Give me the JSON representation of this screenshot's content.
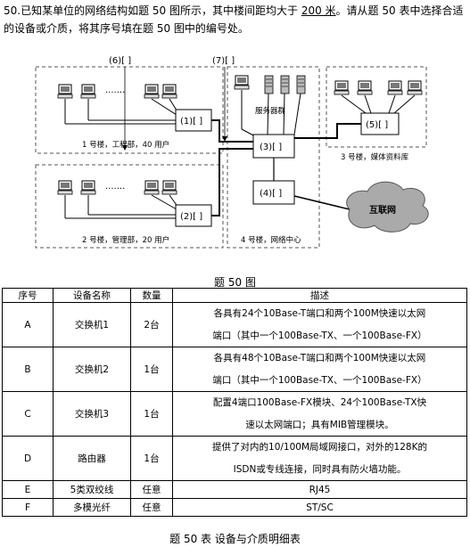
{
  "intro": {
    "part1": "50.已知某单位的网络结构如题 50 图所示，其中楼间距均大于 ",
    "distance": "200 米",
    "part2": "。请从题 50 表中选择合适的设备或介质，将其序号填在题 50 图中的编号处。"
  },
  "diagram": {
    "label6": "(6)[ ]",
    "label7": "(7)[ ]",
    "box1": "(1)[ ]",
    "box2": "(2)[ ]",
    "box3": "(3)[ ]",
    "box4": "(4)[ ]",
    "box5": "(5)[ ]",
    "server_label": "服务器群",
    "internet": "互联网",
    "building1": "1 号楼，工程部，40 用户",
    "building2": "2 号楼，管理部，20 用户",
    "building3": "3 号楼，媒体资料库",
    "building4": "4 号楼，网络中心"
  },
  "figure_caption": "题 50 图",
  "table": {
    "headers": [
      "序号",
      "设备名称",
      "数量",
      "描述"
    ],
    "rows": [
      {
        "id": "A",
        "name": "交换机1",
        "qty": "2台",
        "desc1": "各具有24个10Base-T端口和两个100M快速以太网",
        "desc2": "端口（其中一个100Base-TX、一个100Base-FX）"
      },
      {
        "id": "B",
        "name": "交换机2",
        "qty": "1台",
        "desc1": "各具有48个10Base-T端口和两个100M快速以太网",
        "desc2": "端口（其中一个100Base-TX、一个100Base-FX）"
      },
      {
        "id": "C",
        "name": "交换机3",
        "qty": "1台",
        "desc1": "配置4端口100Base-FX模块、24个100Base-TX快",
        "desc2": "速以太网端口；具有MIB管理模块。"
      },
      {
        "id": "D",
        "name": "路由器",
        "qty": "1台",
        "desc1": "提供了对内的10/100M局域网接口，对外的128K的",
        "desc2": "ISDN或专线连接，同时具有防火墙功能。"
      },
      {
        "id": "E",
        "name": "5类双绞线",
        "qty": "任意",
        "desc1": "RJ45",
        "desc2": ""
      },
      {
        "id": "F",
        "name": "多模光纤",
        "qty": "任意",
        "desc1": "ST/SC",
        "desc2": ""
      }
    ]
  },
  "table_caption": "题 50 表  设备与介质明细表"
}
